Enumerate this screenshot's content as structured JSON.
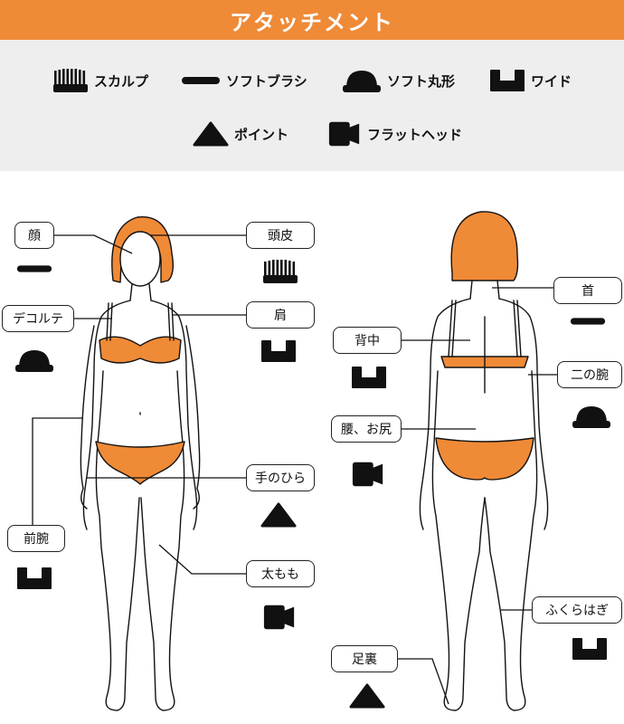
{
  "title": "アタッチメント",
  "legend": {
    "scalp": "スカルプ",
    "soft_brush": "ソフトブラシ",
    "soft_round": "ソフト丸形",
    "wide": "ワイド",
    "point": "ポイント",
    "flat_head": "フラットヘッド"
  },
  "labels": {
    "face": "顔",
    "scalp": "頭皮",
    "decollete": "デコルテ",
    "shoulder": "肩",
    "palm": "手のひら",
    "forearm": "前腕",
    "thigh": "太もも",
    "neck": "首",
    "back": "背中",
    "upper_arm": "二の腕",
    "waist_hip": "腰、お尻",
    "calf": "ふくらはぎ",
    "sole": "足裏"
  },
  "colors": {
    "accent": "#ef8a37",
    "legend_bg": "#eeeeee",
    "ink": "#111111"
  },
  "icons": [
    "scalp-icon",
    "soft-brush-icon",
    "soft-round-icon",
    "wide-icon",
    "point-icon",
    "flat-head-icon"
  ]
}
